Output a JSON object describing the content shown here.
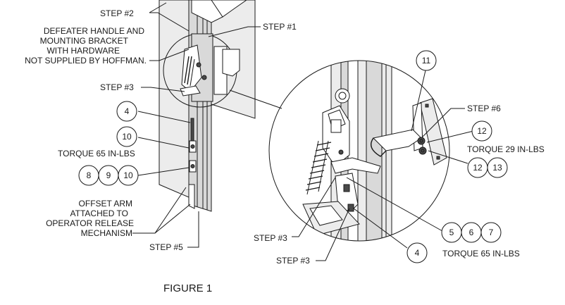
{
  "labels": {
    "step2_top": "STEP #2",
    "step1": "STEP #1",
    "defeater_1": "DEFEATER HANDLE AND",
    "defeater_2": "MOUNTING BRACKET",
    "defeater_3": "WITH HARDWARE",
    "defeater_4": "NOT SUPPLIED BY HOFFMAN.",
    "step3_left": "STEP #3",
    "torque_left": "TORQUE 65 IN-LBS",
    "offset_1": "OFFSET ARM",
    "offset_2": "ATTACHED TO",
    "offset_3": "OPERATOR RELEASE",
    "offset_4": "MECHANISM",
    "step5": "STEP #5",
    "step6": "STEP #6",
    "torque_right_top": "TORQUE 29 IN-LBS",
    "step3_detail_a": "STEP #3",
    "step3_detail_b": "STEP #3",
    "torque_right_bottom": "TORQUE 65 IN-LBS",
    "figure_caption": "FIGURE 1"
  },
  "balloons": {
    "b4_left": "4",
    "b10_left": "10",
    "b8": "8",
    "b9": "9",
    "b10_row": "10",
    "b11": "11",
    "b12_top": "12",
    "b12_bottom": "12",
    "b13": "13",
    "b5": "5",
    "b6": "6",
    "b7": "7",
    "b4_right": "4"
  }
}
